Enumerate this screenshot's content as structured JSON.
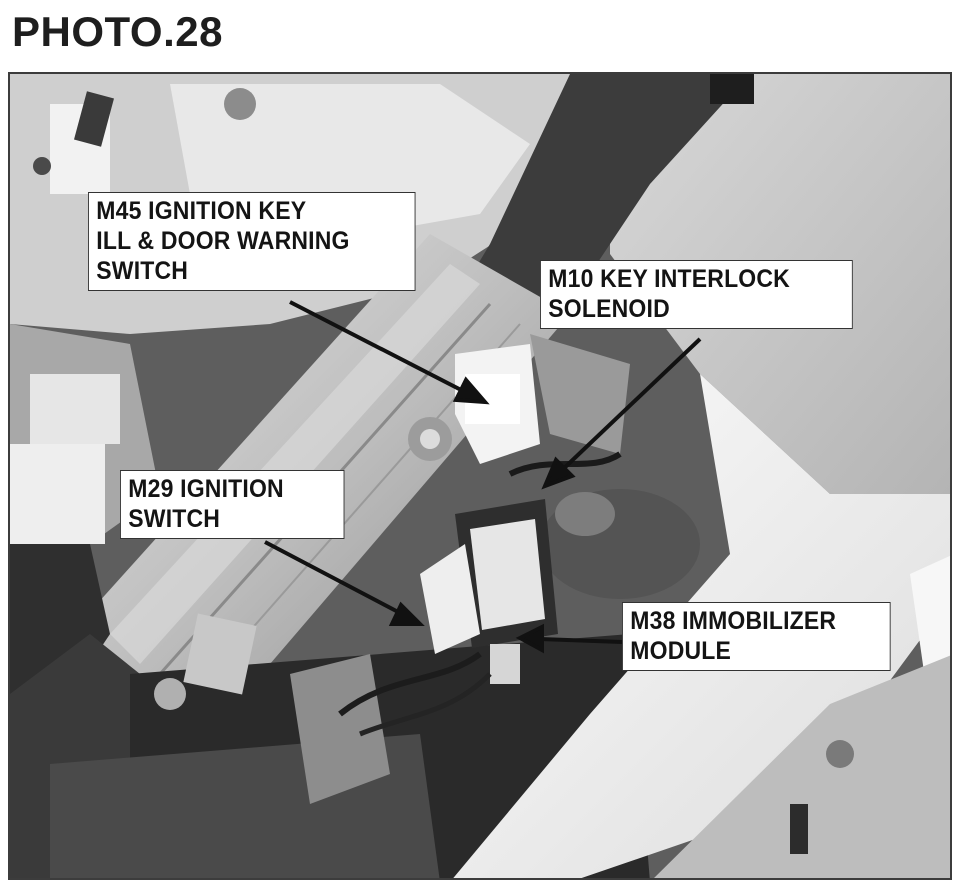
{
  "title": "PHOTO.28",
  "labels": {
    "m45": [
      "M45 IGNITION KEY",
      "ILL & DOOR WARNING",
      "SWITCH"
    ],
    "m10": [
      "M10 KEY INTERLOCK",
      "SOLENOID"
    ],
    "m29": [
      "M29 IGNITION",
      "SWITCH"
    ],
    "m38": [
      "M38 IMMOBILIZER",
      "MODULE"
    ]
  },
  "colors": {
    "label_background": "#ffffff",
    "arrow": "#111111"
  }
}
